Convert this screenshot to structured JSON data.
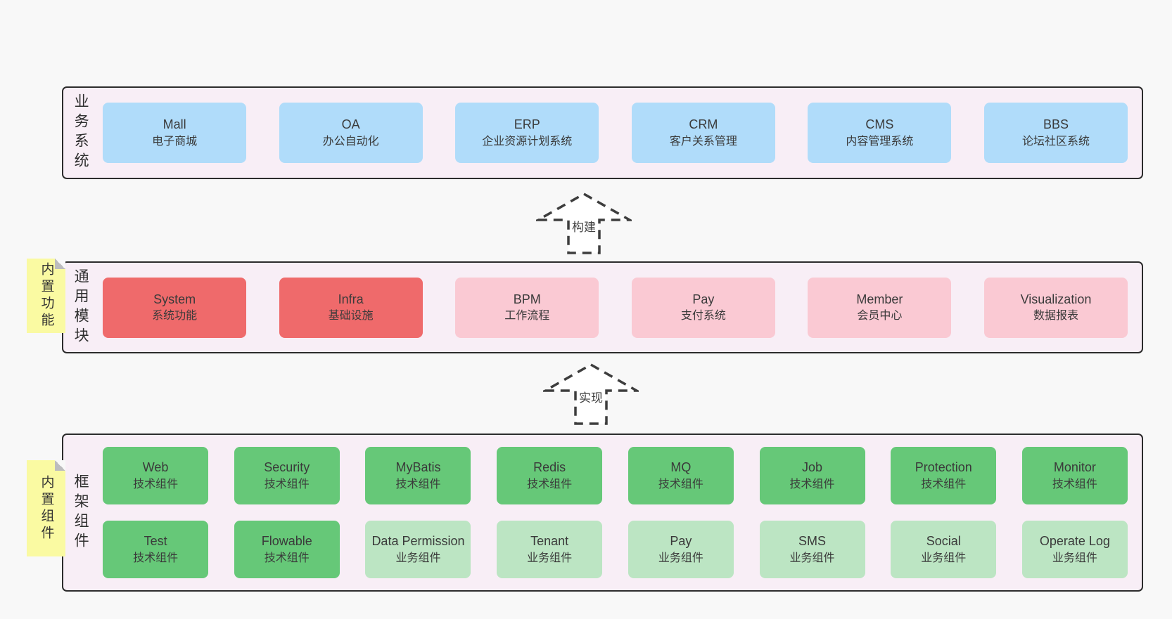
{
  "colors": {
    "page_bg": "#f8f8f8",
    "panel_bg": "#f8eef6",
    "panel_border": "#2c2c2c",
    "blue": "#b0dcfa",
    "red": "#ef6a6b",
    "pink": "#fac9d3",
    "green": "#66c878",
    "light_green": "#bce5c3",
    "note_yellow": "#fafaa2",
    "note_fold": "#bcbcbe",
    "text": "#3a3a3a"
  },
  "arrows": [
    {
      "label": "构建"
    },
    {
      "label": "实现"
    }
  ],
  "sections": {
    "business": {
      "label": "业务系统",
      "items": [
        {
          "name": "Mall",
          "desc": "电子商城",
          "variant": "blue"
        },
        {
          "name": "OA",
          "desc": "办公自动化",
          "variant": "blue"
        },
        {
          "name": "ERP",
          "desc": "企业资源计划系统",
          "variant": "blue"
        },
        {
          "name": "CRM",
          "desc": "客户关系管理",
          "variant": "blue"
        },
        {
          "name": "CMS",
          "desc": "内容管理系统",
          "variant": "blue"
        },
        {
          "name": "BBS",
          "desc": "论坛社区系统",
          "variant": "blue"
        }
      ]
    },
    "modules": {
      "note": "内置功能",
      "label": "通用模块",
      "items": [
        {
          "name": "System",
          "desc": "系统功能",
          "variant": "red"
        },
        {
          "name": "Infra",
          "desc": "基础设施",
          "variant": "red"
        },
        {
          "name": "BPM",
          "desc": "工作流程",
          "variant": "pink"
        },
        {
          "name": "Pay",
          "desc": "支付系统",
          "variant": "pink"
        },
        {
          "name": "Member",
          "desc": "会员中心",
          "variant": "pink"
        },
        {
          "name": "Visualization",
          "desc": "数据报表",
          "variant": "pink"
        }
      ]
    },
    "components": {
      "note": "内置组件",
      "label": "框架组件",
      "row1": [
        {
          "name": "Web",
          "desc": "技术组件",
          "variant": "green"
        },
        {
          "name": "Security",
          "desc": "技术组件",
          "variant": "green"
        },
        {
          "name": "MyBatis",
          "desc": "技术组件",
          "variant": "green"
        },
        {
          "name": "Redis",
          "desc": "技术组件",
          "variant": "green"
        },
        {
          "name": "MQ",
          "desc": "技术组件",
          "variant": "green"
        },
        {
          "name": "Job",
          "desc": "技术组件",
          "variant": "green"
        },
        {
          "name": "Protection",
          "desc": "技术组件",
          "variant": "green"
        },
        {
          "name": "Monitor",
          "desc": "技术组件",
          "variant": "green"
        }
      ],
      "row2": [
        {
          "name": "Test",
          "desc": "技术组件",
          "variant": "green"
        },
        {
          "name": "Flowable",
          "desc": "技术组件",
          "variant": "green"
        },
        {
          "name": "Data Permission",
          "desc": "业务组件",
          "variant": "light-green"
        },
        {
          "name": "Tenant",
          "desc": "业务组件",
          "variant": "light-green"
        },
        {
          "name": "Pay",
          "desc": "业务组件",
          "variant": "light-green"
        },
        {
          "name": "SMS",
          "desc": "业务组件",
          "variant": "light-green"
        },
        {
          "name": "Social",
          "desc": "业务组件",
          "variant": "light-green"
        },
        {
          "name": "Operate Log",
          "desc": "业务组件",
          "variant": "light-green"
        }
      ]
    }
  }
}
